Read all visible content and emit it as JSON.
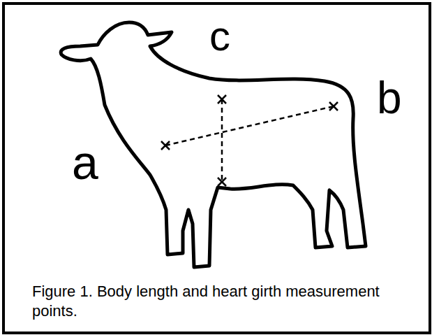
{
  "diagram": {
    "caption": "Figure 1. Body length and heart girth measurement points.",
    "labels": [
      "a",
      "b",
      "c"
    ]
  }
}
